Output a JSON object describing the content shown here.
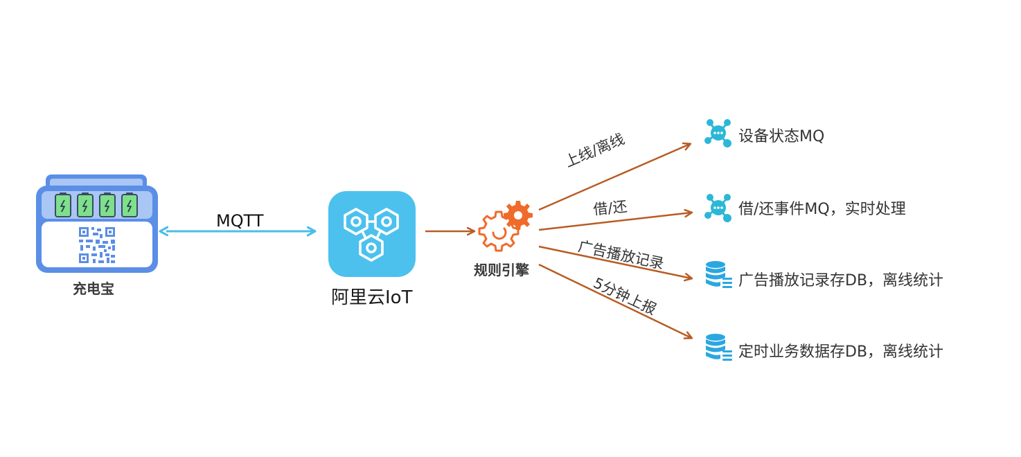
{
  "nodes": {
    "power_bank": {
      "label": "充电宝"
    },
    "aliyun_iot": {
      "label": "阿里云IoT"
    },
    "rule_engine": {
      "label": "规则引擎"
    }
  },
  "links": {
    "mqtt": {
      "label": "MQTT"
    }
  },
  "routes": [
    {
      "edge_label": "上线/离线",
      "target_label": "设备状态MQ",
      "target_icon": "mq-icon"
    },
    {
      "edge_label": "借/还",
      "target_label": "借/还事件MQ，实时处理",
      "target_icon": "mq-icon"
    },
    {
      "edge_label": "广告播放记录",
      "target_label": "广告播放记录存DB，离线统计",
      "target_icon": "database-icon"
    },
    {
      "edge_label": "5分钟上报",
      "target_label": "定时业务数据存DB，离线统计",
      "target_icon": "database-icon"
    }
  ],
  "colors": {
    "mqtt_arrow": "#4bbde8",
    "flow_arrow": "#b85c24",
    "device_blue": "#5b8ee6",
    "iot_blue": "#4cc1ee",
    "gear_orange": "#f06a2a",
    "icon_cyan": "#2bb7d8"
  }
}
